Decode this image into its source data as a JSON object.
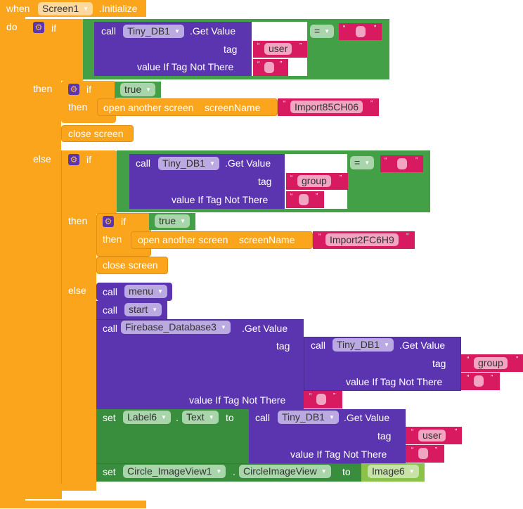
{
  "event": {
    "when": "when",
    "component": "Screen1",
    "initialize": ".Initialize",
    "do": "do"
  },
  "kw": {
    "if": "if",
    "then": "then",
    "else": "else",
    "call": "call",
    "get_value": ".Get Value",
    "tag": "tag",
    "value_not_there": "value If Tag Not There",
    "eq": "=",
    "open_screen": "open another screen",
    "screen_name": "screenName",
    "close_screen": "close screen",
    "set": "set",
    "to": "to",
    "dot": ".",
    "true": "true"
  },
  "strings": {
    "user": "user",
    "group": "group",
    "empty": "",
    "screen1": "Import85CH06",
    "screen2": "Import2FC6H9"
  },
  "components": {
    "tinydb": "Tiny_DB1",
    "firebase": "Firebase_Database3",
    "menu": "menu",
    "start": "start",
    "label": "Label6",
    "text_prop": "Text",
    "circle": "Circle_ImageView1",
    "circle_prop": "CircleImageView",
    "image": "Image6"
  },
  "colors": {
    "control": "#FBA51C",
    "procedure": "#5B35B0",
    "logic": "#43A047",
    "setter": "#388E3C",
    "text": "#D81B60",
    "component": "#8BC34A"
  }
}
